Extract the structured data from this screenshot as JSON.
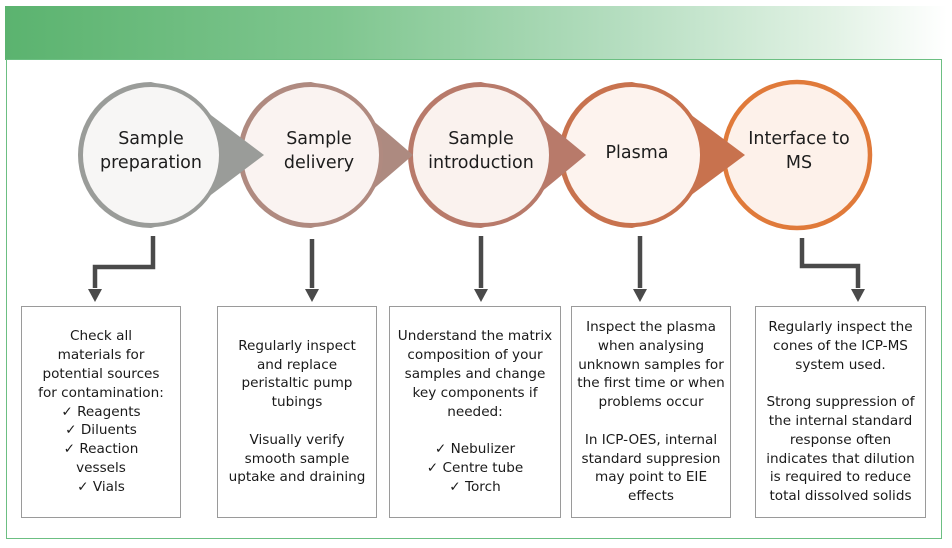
{
  "colors": {
    "banner_start": "#5bb36f",
    "frame_border": "#6cbf82",
    "stage_colors": [
      "#9a9c99",
      "#b08a80",
      "#b87a6a",
      "#c8724e",
      "#e07a3a"
    ],
    "arrow": "#4a4a4a",
    "box_border": "#9a9a9a"
  },
  "stages": [
    {
      "label_line1": "Sample",
      "label_line2": "preparation"
    },
    {
      "label_line1": "Sample",
      "label_line2": "delivery"
    },
    {
      "label_line1": "Sample",
      "label_line2": "introduction"
    },
    {
      "label_line1": "Plasma",
      "label_line2": ""
    },
    {
      "label_line1": "Interface to",
      "label_line2": "MS"
    }
  ],
  "boxes": [
    {
      "lines": [
        "Check all",
        "materials for",
        "potential sources",
        "for contamination:"
      ],
      "checks": [
        "Reagents",
        "Diluents",
        "Reaction"
      ],
      "trailing": [
        "vessels"
      ],
      "checks2": [
        "Vials"
      ]
    },
    {
      "para1": [
        "Regularly inspect",
        "and replace",
        "peristaltic pump",
        "tubings"
      ],
      "para2": [
        "Visually verify",
        "smooth sample",
        "uptake and draining"
      ]
    },
    {
      "para1": [
        "Understand the matrix",
        "composition of your",
        "samples and change",
        "key components if",
        "needed:"
      ],
      "checks": [
        "Nebulizer",
        "Centre tube",
        "Torch"
      ]
    },
    {
      "para1": [
        "Inspect the plasma",
        "when analysing",
        "unknown samples for",
        "the first time or when",
        "problems occur"
      ],
      "para2": [
        "In ICP-OES, internal",
        "standard suppresion",
        "may point to EIE",
        "effects"
      ]
    },
    {
      "para1": [
        "Regularly inspect the",
        "cones of the ICP-MS",
        "system used."
      ],
      "para2": [
        "Strong suppression of",
        "the internal standard",
        "response often",
        "indicates that dilution",
        "is required to reduce",
        "total dissolved solids"
      ]
    }
  ]
}
